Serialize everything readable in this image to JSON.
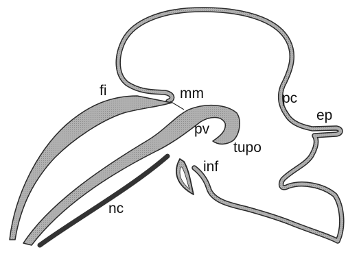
{
  "labels": {
    "fi": "fi",
    "mm": "mm",
    "pc": "pc",
    "ep": "ep",
    "pv": "pv",
    "tupo": "tupo",
    "inf": "inf",
    "nc": "nc"
  },
  "colors": {
    "tissue_fill": "#a8a8a8",
    "tissue_outline": "#2a2a2a",
    "notochord": "#333333",
    "background": "#ffffff"
  }
}
